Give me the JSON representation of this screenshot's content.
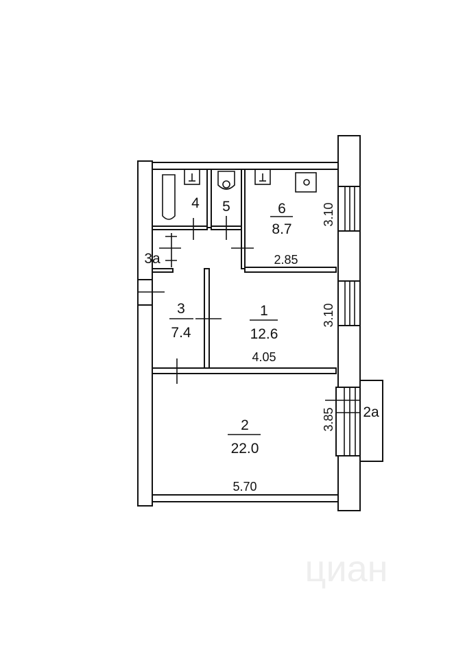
{
  "rooms": [
    {
      "id": "1",
      "area": "12.6",
      "width": "4.05",
      "depth": "3.10"
    },
    {
      "id": "2",
      "area": "22.0",
      "width": "5.70",
      "depth": "3.85"
    },
    {
      "id": "3",
      "area": "7.4"
    },
    {
      "id": "4"
    },
    {
      "id": "5"
    },
    {
      "id": "6",
      "area": "8.7",
      "width": "2.85",
      "depth": "3.10"
    },
    {
      "id": "3а"
    },
    {
      "id": "2а"
    }
  ],
  "watermark": "циан"
}
